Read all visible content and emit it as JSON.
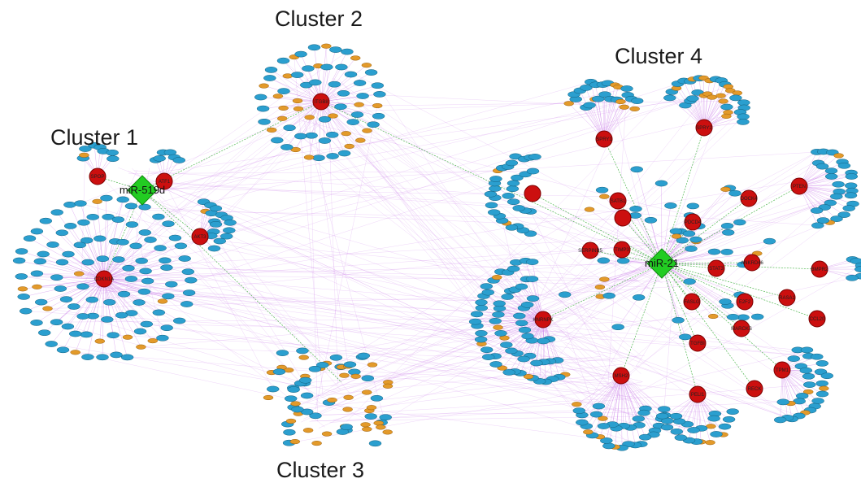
{
  "colors": {
    "mirna": "#22cc22",
    "mirna_stroke": "#0f8a0f",
    "hub": "#cc0f0f",
    "hub_stroke": "#7a0000",
    "blue_node": "#2b9fcf",
    "blue_node_stroke": "#12607f",
    "orange_node": "#e39a2a",
    "orange_node_stroke": "#9a5f0c",
    "edge_purple": "#c878e8",
    "edge_green": "#33aa33",
    "background": "#ffffff"
  },
  "clusters": [
    {
      "label": "Cluster 1"
    },
    {
      "label": "Cluster 2"
    },
    {
      "label": "Cluster 3"
    },
    {
      "label": "Cluster 4"
    }
  ],
  "mirnas": [
    {
      "name": "miR-519d",
      "cluster": 1
    },
    {
      "name": "miR-21",
      "cluster": 4
    }
  ],
  "hubs": [
    {
      "name": "CDKN1A",
      "cluster": 1
    },
    {
      "name": "ATF1",
      "cluster": 1
    },
    {
      "name": "SPOP",
      "cluster": 1
    },
    {
      "name": "AKT3",
      "cluster": 1
    },
    {
      "name": "ITGB8",
      "cluster": 2
    },
    {
      "name": "HNRNPK",
      "cluster": 4
    },
    {
      "name": "PDCD4",
      "cluster": 4
    },
    {
      "name": "SERPINB5",
      "cluster": 4
    },
    {
      "name": "TIMP3",
      "cluster": 4
    },
    {
      "name": "ANKRD46",
      "cluster": 4
    },
    {
      "name": "BMPR2",
      "cluster": 4
    },
    {
      "name": "STAT3",
      "cluster": 4
    },
    {
      "name": "MARCKS",
      "cluster": 4
    },
    {
      "name": "SPRY1",
      "cluster": 4
    },
    {
      "name": "SPRY2",
      "cluster": 4
    },
    {
      "name": "TPM1",
      "cluster": 4
    },
    {
      "name": "DOCK4",
      "cluster": 4
    },
    {
      "name": "PTEN",
      "cluster": 4
    },
    {
      "name": "SATB1",
      "cluster": 4
    },
    {
      "name": "MSH2",
      "cluster": 4
    },
    {
      "name": "RECK",
      "cluster": 4
    },
    {
      "name": "PELI1",
      "cluster": 4
    },
    {
      "name": "TGFBI",
      "cluster": 4
    },
    {
      "name": "E2F2",
      "cluster": 4
    },
    {
      "name": "RASA1",
      "cluster": 4
    },
    {
      "name": "CCL20",
      "cluster": 4
    },
    {
      "name": "FASLG",
      "cluster": 4
    }
  ]
}
